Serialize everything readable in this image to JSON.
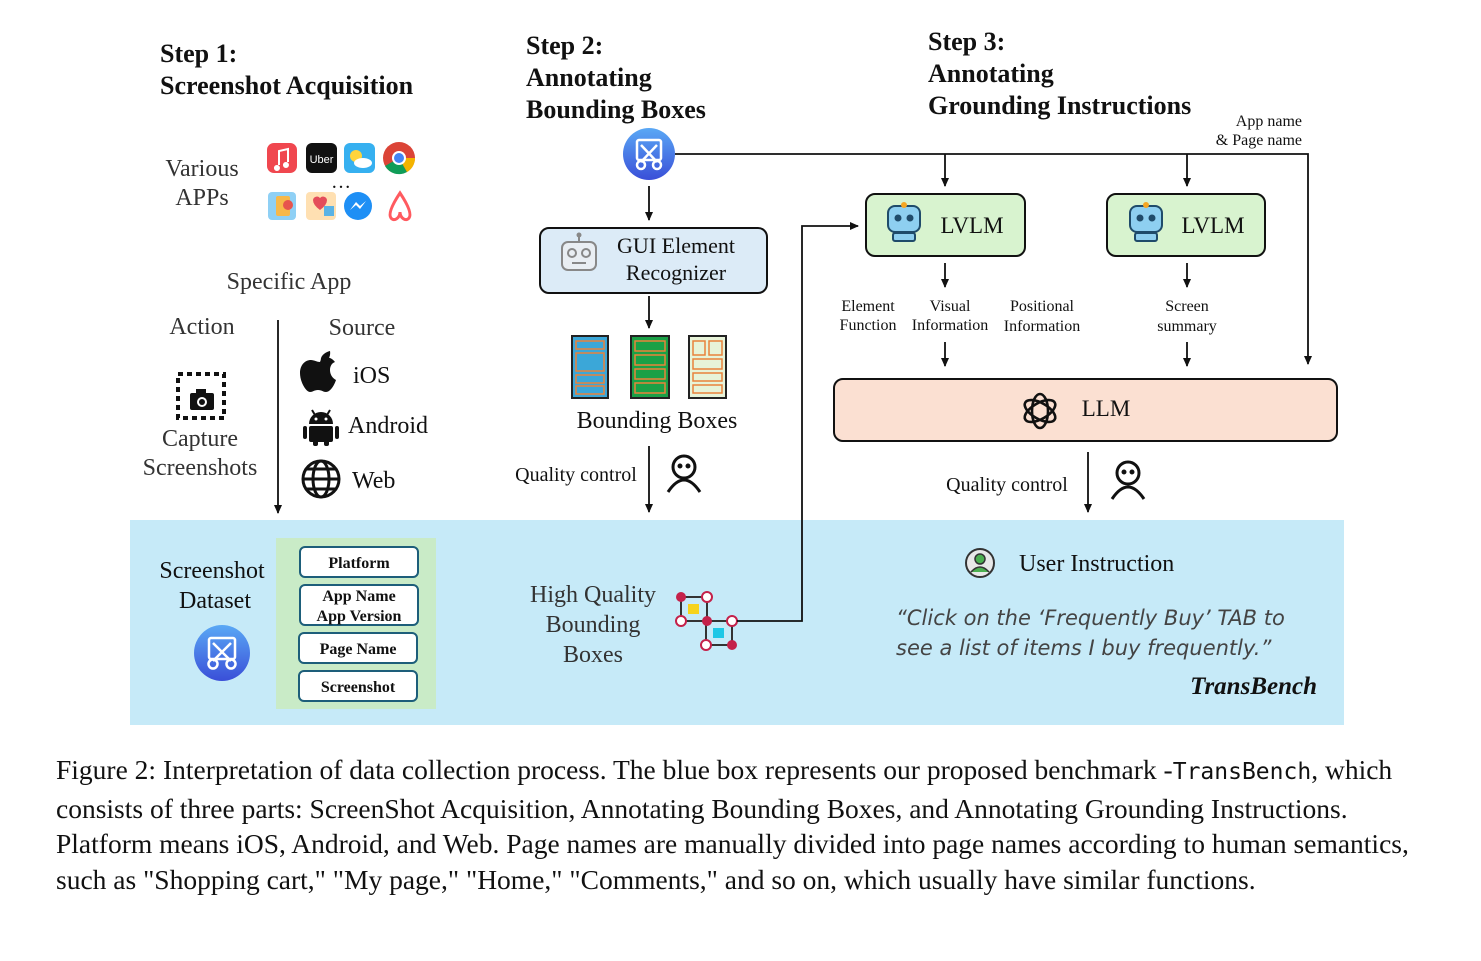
{
  "steps": {
    "step1": {
      "line1": "Step 1:",
      "line2": "Screenshot Acquisition"
    },
    "step2": {
      "line1": "Step 2:",
      "line2": "Annotating",
      "line3": "Bounding Boxes"
    },
    "step3": {
      "line1": "Step 3:",
      "line2": "Annotating",
      "line3": "Grounding Instructions"
    }
  },
  "acquisition": {
    "various_apps_line1": "Various",
    "various_apps_line2": "APPs",
    "ellipsis": "…",
    "specific_app": "Specific App",
    "action_label": "Action",
    "source_label": "Source",
    "capture_line1": "Capture",
    "capture_line2": "Screenshots",
    "sources": [
      "iOS",
      "Android",
      "Web"
    ],
    "app_icons": [
      "music-app-icon",
      "uber-app-icon",
      "weather-app-icon",
      "chrome-app-icon",
      "health-app-icon",
      "medical-app-icon",
      "messenger-app-icon",
      "airbnb-app-icon"
    ],
    "uber_text": "Uber"
  },
  "annotation": {
    "recognizer_line1": "GUI Element",
    "recognizer_line2": "Recognizer",
    "bounding_boxes": "Bounding Boxes",
    "quality_control": "Quality control",
    "high_quality_line1": "High Quality",
    "high_quality_line2": "Bounding",
    "high_quality_line3": "Boxes"
  },
  "grounding": {
    "app_name_line1": "App name",
    "app_name_line2": "& Page name",
    "lvlm_left": "LVLM",
    "lvlm_right": "LVLM",
    "element_function_line1": "Element",
    "element_function_line2": "Function",
    "visual_info_line1": "Visual",
    "visual_info_line2": "Information",
    "positional_info_line1": "Positional",
    "positional_info_line2": "Information",
    "screen_summary_line1": "Screen",
    "screen_summary_line2": "summary",
    "llm": "LLM",
    "quality_control": "Quality control"
  },
  "dataset": {
    "title_line1": "Screenshot",
    "title_line2": "Dataset",
    "fields": [
      "Platform",
      "App Name",
      "App Version",
      "Page Name",
      "Screenshot"
    ],
    "user_instruction_label": "User Instruction",
    "instruction_line1": "“Click on the ‘Frequently Buy’ TAB to",
    "instruction_line2": "see a list of items I buy frequently.”",
    "benchmark_name": "TransBench"
  },
  "caption": {
    "part1": "Figure 2: Interpretation of data collection process. The blue box represents our proposed benchmark -",
    "mono": "TransBench",
    "part2": ", which consists of three parts: ScreenShot Acquisition, Annotating Bounding Boxes, and Annotating Grounding Instructions. Platform means iOS, Android, and Web. Page names are manually divided into page names according to human semantics, such as \"Shopping cart,\" \"My page,\" \"Home,\" \"Comments,\" and so on, which usually have similar functions."
  },
  "colors": {
    "dataset_panel": "#c6eaf8",
    "fields_panel": "#c9ebc7",
    "lvlm_fill": "#d8f3cf",
    "llm_fill": "#fbe0d2",
    "recognizer_fill": "#dcebf7",
    "logo_blue": "#3b6fe3"
  }
}
